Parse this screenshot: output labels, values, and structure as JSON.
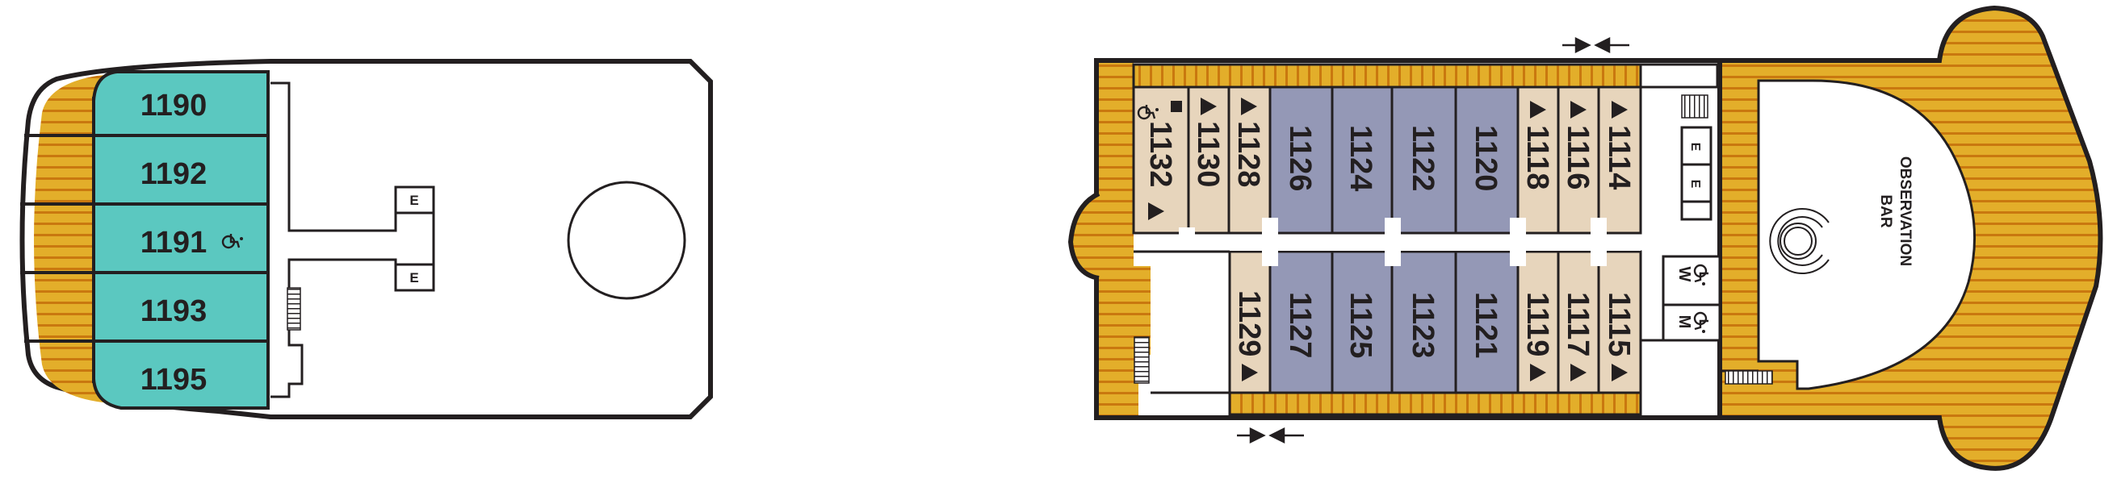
{
  "colors": {
    "hull": "#231f20",
    "deck_wood": "#e3ae2a",
    "deck_wood_stripe": "#c9780f",
    "suite_teal": "#5bc8c0",
    "cabin_lavender": "#9498b6",
    "cabin_beige": "#e7d5bc",
    "background": "#ffffff"
  },
  "legend_symbols": {
    "triangle": "connecting-or-category marker",
    "wheelchair": "accessible",
    "square": "special marker",
    "elevator": "E",
    "stairs": "stairs"
  },
  "forward_deck": {
    "cabins": [
      {
        "number": "1190",
        "accessible": false
      },
      {
        "number": "1192",
        "accessible": false
      },
      {
        "number": "1191",
        "accessible": true
      },
      {
        "number": "1193",
        "accessible": false
      },
      {
        "number": "1195",
        "accessible": false
      }
    ],
    "elevators": [
      {
        "label": "E"
      },
      {
        "label": "E"
      }
    ]
  },
  "aft_deck": {
    "top_row": [
      {
        "number": "1132",
        "category": "beige",
        "triangle": true,
        "accessible": true,
        "square": true
      },
      {
        "number": "1130",
        "category": "beige",
        "triangle": true
      },
      {
        "number": "1128",
        "category": "beige",
        "triangle": true
      },
      {
        "number": "1126",
        "category": "lavender",
        "triangle": false
      },
      {
        "number": "1124",
        "category": "lavender",
        "triangle": false
      },
      {
        "number": "1122",
        "category": "lavender",
        "triangle": false
      },
      {
        "number": "1120",
        "category": "lavender",
        "triangle": false
      },
      {
        "number": "1118",
        "category": "beige",
        "triangle": true
      },
      {
        "number": "1116",
        "category": "beige",
        "triangle": true
      },
      {
        "number": "1114",
        "category": "beige",
        "triangle": true
      }
    ],
    "bottom_row": [
      {
        "number": "1129",
        "category": "beige",
        "triangle": true
      },
      {
        "number": "1127",
        "category": "lavender",
        "triangle": false
      },
      {
        "number": "1125",
        "category": "lavender",
        "triangle": false
      },
      {
        "number": "1123",
        "category": "lavender",
        "triangle": false
      },
      {
        "number": "1121",
        "category": "lavender",
        "triangle": false
      },
      {
        "number": "1119",
        "category": "beige",
        "triangle": true
      },
      {
        "number": "1117",
        "category": "beige",
        "triangle": true
      },
      {
        "number": "1115",
        "category": "beige",
        "triangle": true
      }
    ],
    "elevators": [
      {
        "label": "E"
      },
      {
        "label": "E"
      }
    ],
    "restrooms": [
      {
        "label": "W",
        "accessible": true
      },
      {
        "label": "M",
        "accessible": true
      }
    ],
    "venue": {
      "line1": "OBSERVATION",
      "line2": "BAR"
    }
  }
}
